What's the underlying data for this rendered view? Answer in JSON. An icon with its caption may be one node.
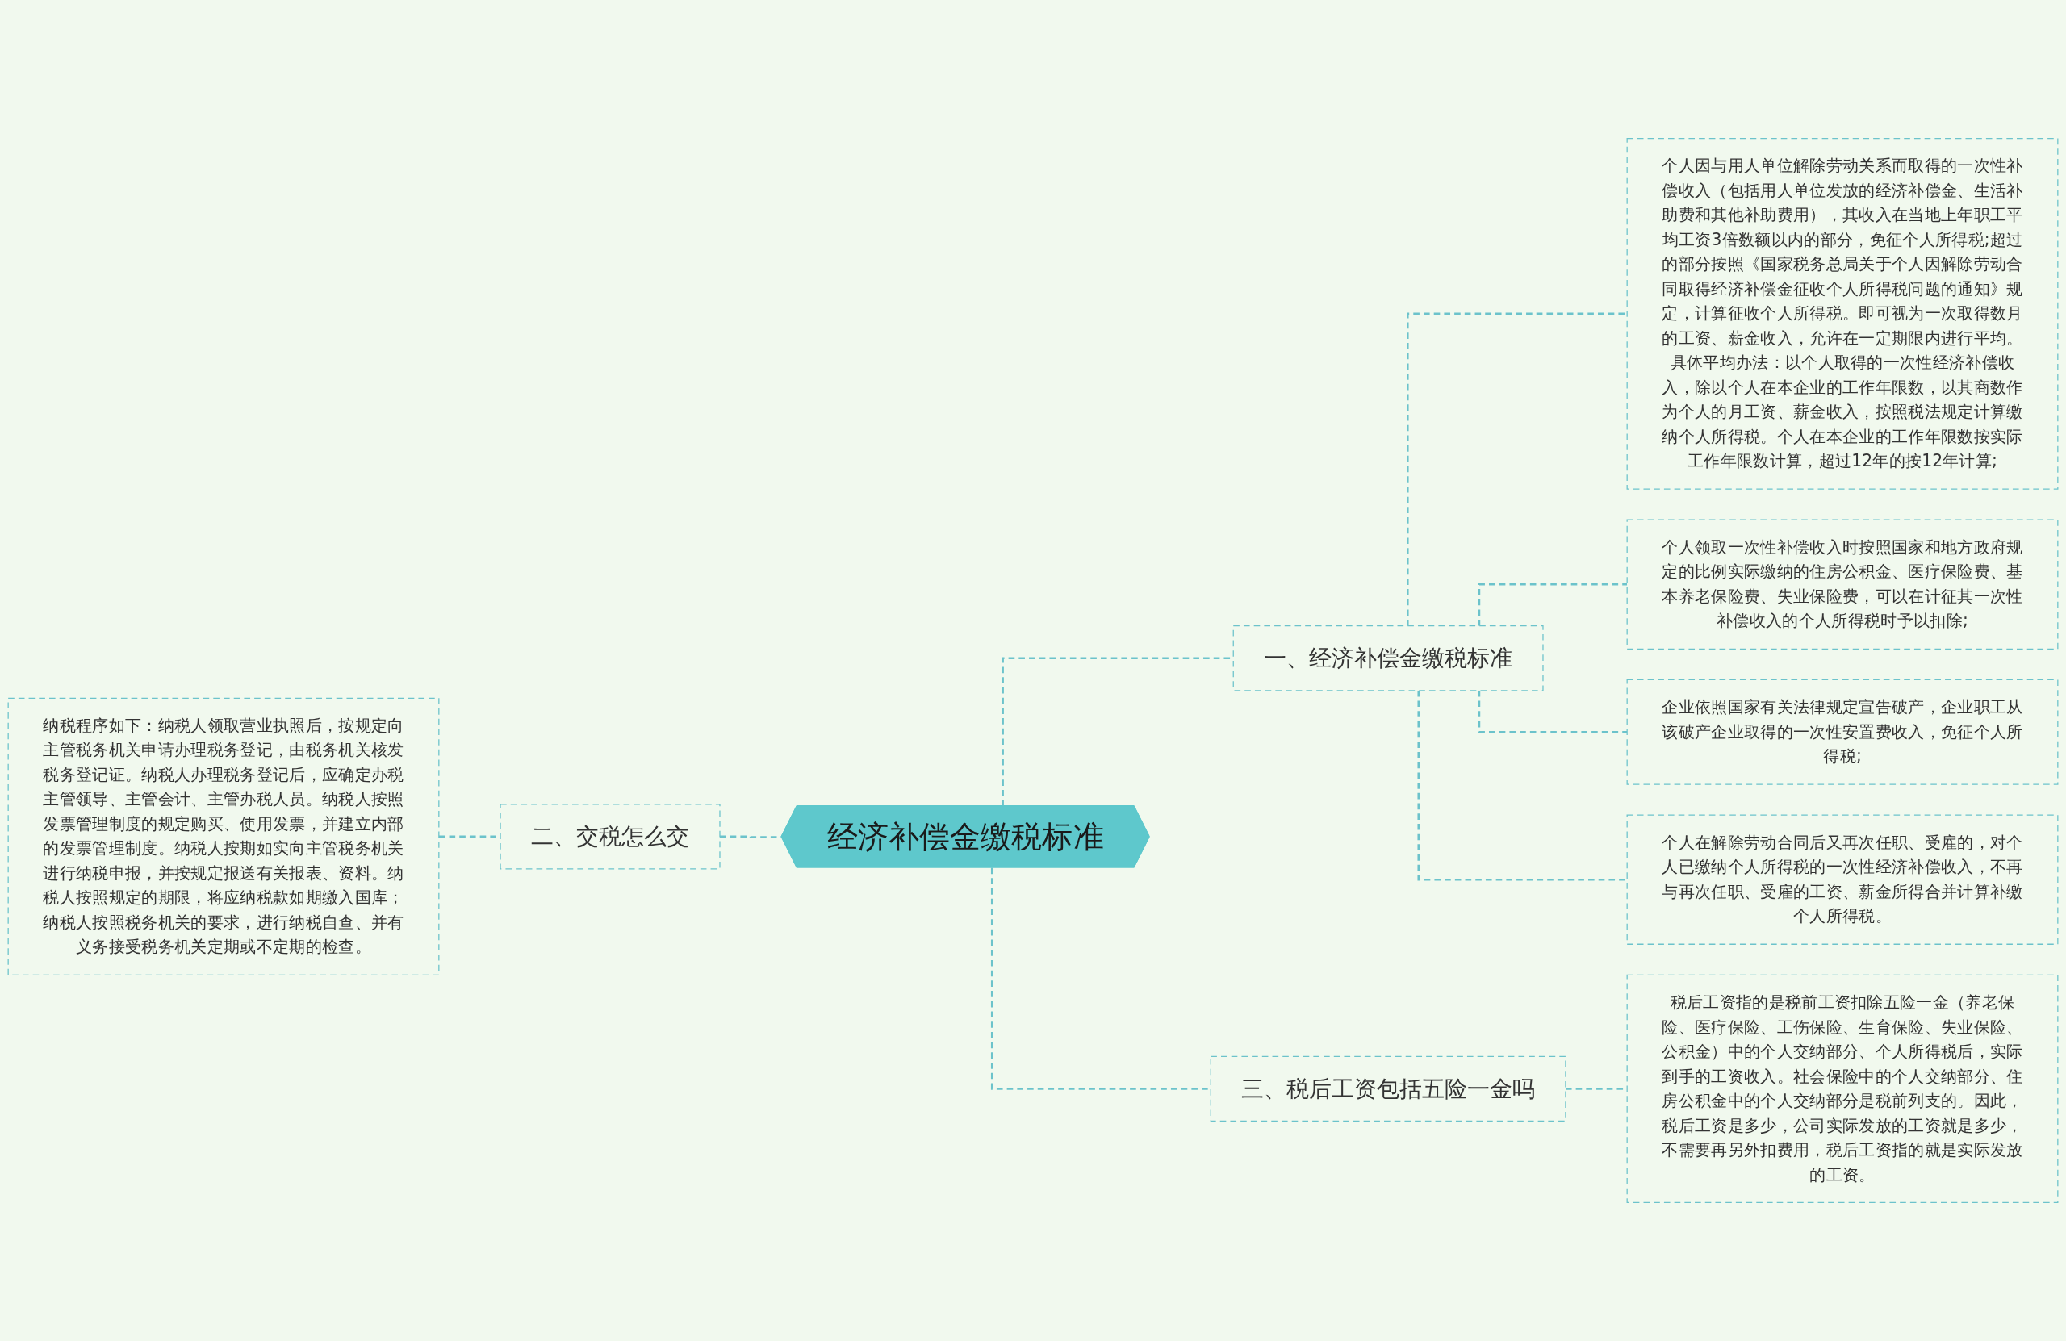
{
  "diagram": {
    "nodes": [
      {
        "text": [
          "经济补偿金缴税标准"
        ]
      },
      {
        "text": [
          "一、经济补偿金缴税标准"
        ]
      },
      {
        "text": [
          "个人因与用人单位解除劳动关系而取得的一次性补偿收入（包括用人单位发放的经济补偿金、生活补助费和其他补助费用），其收入在当地上年职工平均工资3倍数额以内的部分，免征个人所得税;超过的部分按照《国家税务总局关于个人因解除劳动合同取得经济补偿金征收个人所得税问题的通知》规定，计算征收个人所得税。即可视为一次取得数月的工资、薪金收入，允许在一定期限内进行平均。具体平均办法：以个人取得的一次性经济补偿收入，除以个人在本企业的工作年限数，以其商数作为个人的月工资、薪金收入，按照税法规定计算缴纳个人所得税。个人在本企业的工作年限数按实际工作年限数计算，超过12年的按12年计算;"
        ]
      },
      {
        "text": [
          "个人领取一次性补偿收入时按照国家和地方政府规定的比例实际缴纳的住房公积金、医疗保险费、基本养老保险费、失业保险费，可以在计征其一次性补偿收入的个人所得税时予以扣除;"
        ]
      },
      {
        "text": [
          "企业依照国家有关法律规定宣告破产，企业职工从该破产企业取得的一次性安置费收入，免征个人所得税;"
        ]
      },
      {
        "text": [
          "个人在解除劳动合同后又再次任职、受雇的，对个人已缴纳个人所得税的一次性经济补偿收入，不再与再次任职、受雇的工资、薪金所得合并计算补缴个人所得税。"
        ]
      },
      {
        "text": [
          "二、交税怎么交"
        ]
      },
      {
        "text": [
          "纳税程序如下：纳税人领取营业执照后，按规定向主管税务机关申请办理税务登记，由税务机关核发税务登记证。纳税人办理税务登记后，应确定办税主管领导、主管会计、主管办税人员。纳税人按照发票管理制度的规定购买、使用发票，并建立内部的发票管理制度。纳税人按期如实向主管税务机关进行纳税申报，并按规定报送有关报表、资料。纳税人按照规定的期限，将应纳税款如期缴入国库；纳税人按照税务机关的要求，进行纳税自查、并有义务接受税务机关定期或不定期的检查。"
        ]
      },
      {
        "text": [
          "三、税后工资包括五险一金吗"
        ]
      },
      {
        "text": [
          "税后工资指的是税前工资扣除五险一金（养老保险、医疗保险、工伤保险、生育保险、失业保险、公积金）中的个人交纳部分、个人所得税后，实际到手的工资收入。社会保险中的个人交纳部分、住房公积金中的个人交纳部分是税前列支的。因此，税后工资是多少，公司实际发放的工资就是多少，不需要再另外扣费用，税后工资指的就是实际发放的工资。"
        ]
      }
    ],
    "edges": [
      {
        "from": 0,
        "to": 1,
        "arrow": "none",
        "style": "dashed"
      },
      {
        "from": 1,
        "to": 2,
        "arrow": "none",
        "style": "dashed"
      },
      {
        "from": 1,
        "to": 3,
        "arrow": "none",
        "style": "dashed"
      },
      {
        "from": 1,
        "to": 4,
        "arrow": "none",
        "style": "dashed"
      },
      {
        "from": 1,
        "to": 5,
        "arrow": "none",
        "style": "dashed"
      },
      {
        "from": 0,
        "to": 6,
        "arrow": "none",
        "style": "dashed"
      },
      {
        "from": 6,
        "to": 7,
        "arrow": "none",
        "style": "dashed"
      },
      {
        "from": 0,
        "to": 8,
        "arrow": "none",
        "style": "dashed"
      },
      {
        "from": 8,
        "to": 9,
        "arrow": "none",
        "style": "dashed"
      }
    ]
  }
}
